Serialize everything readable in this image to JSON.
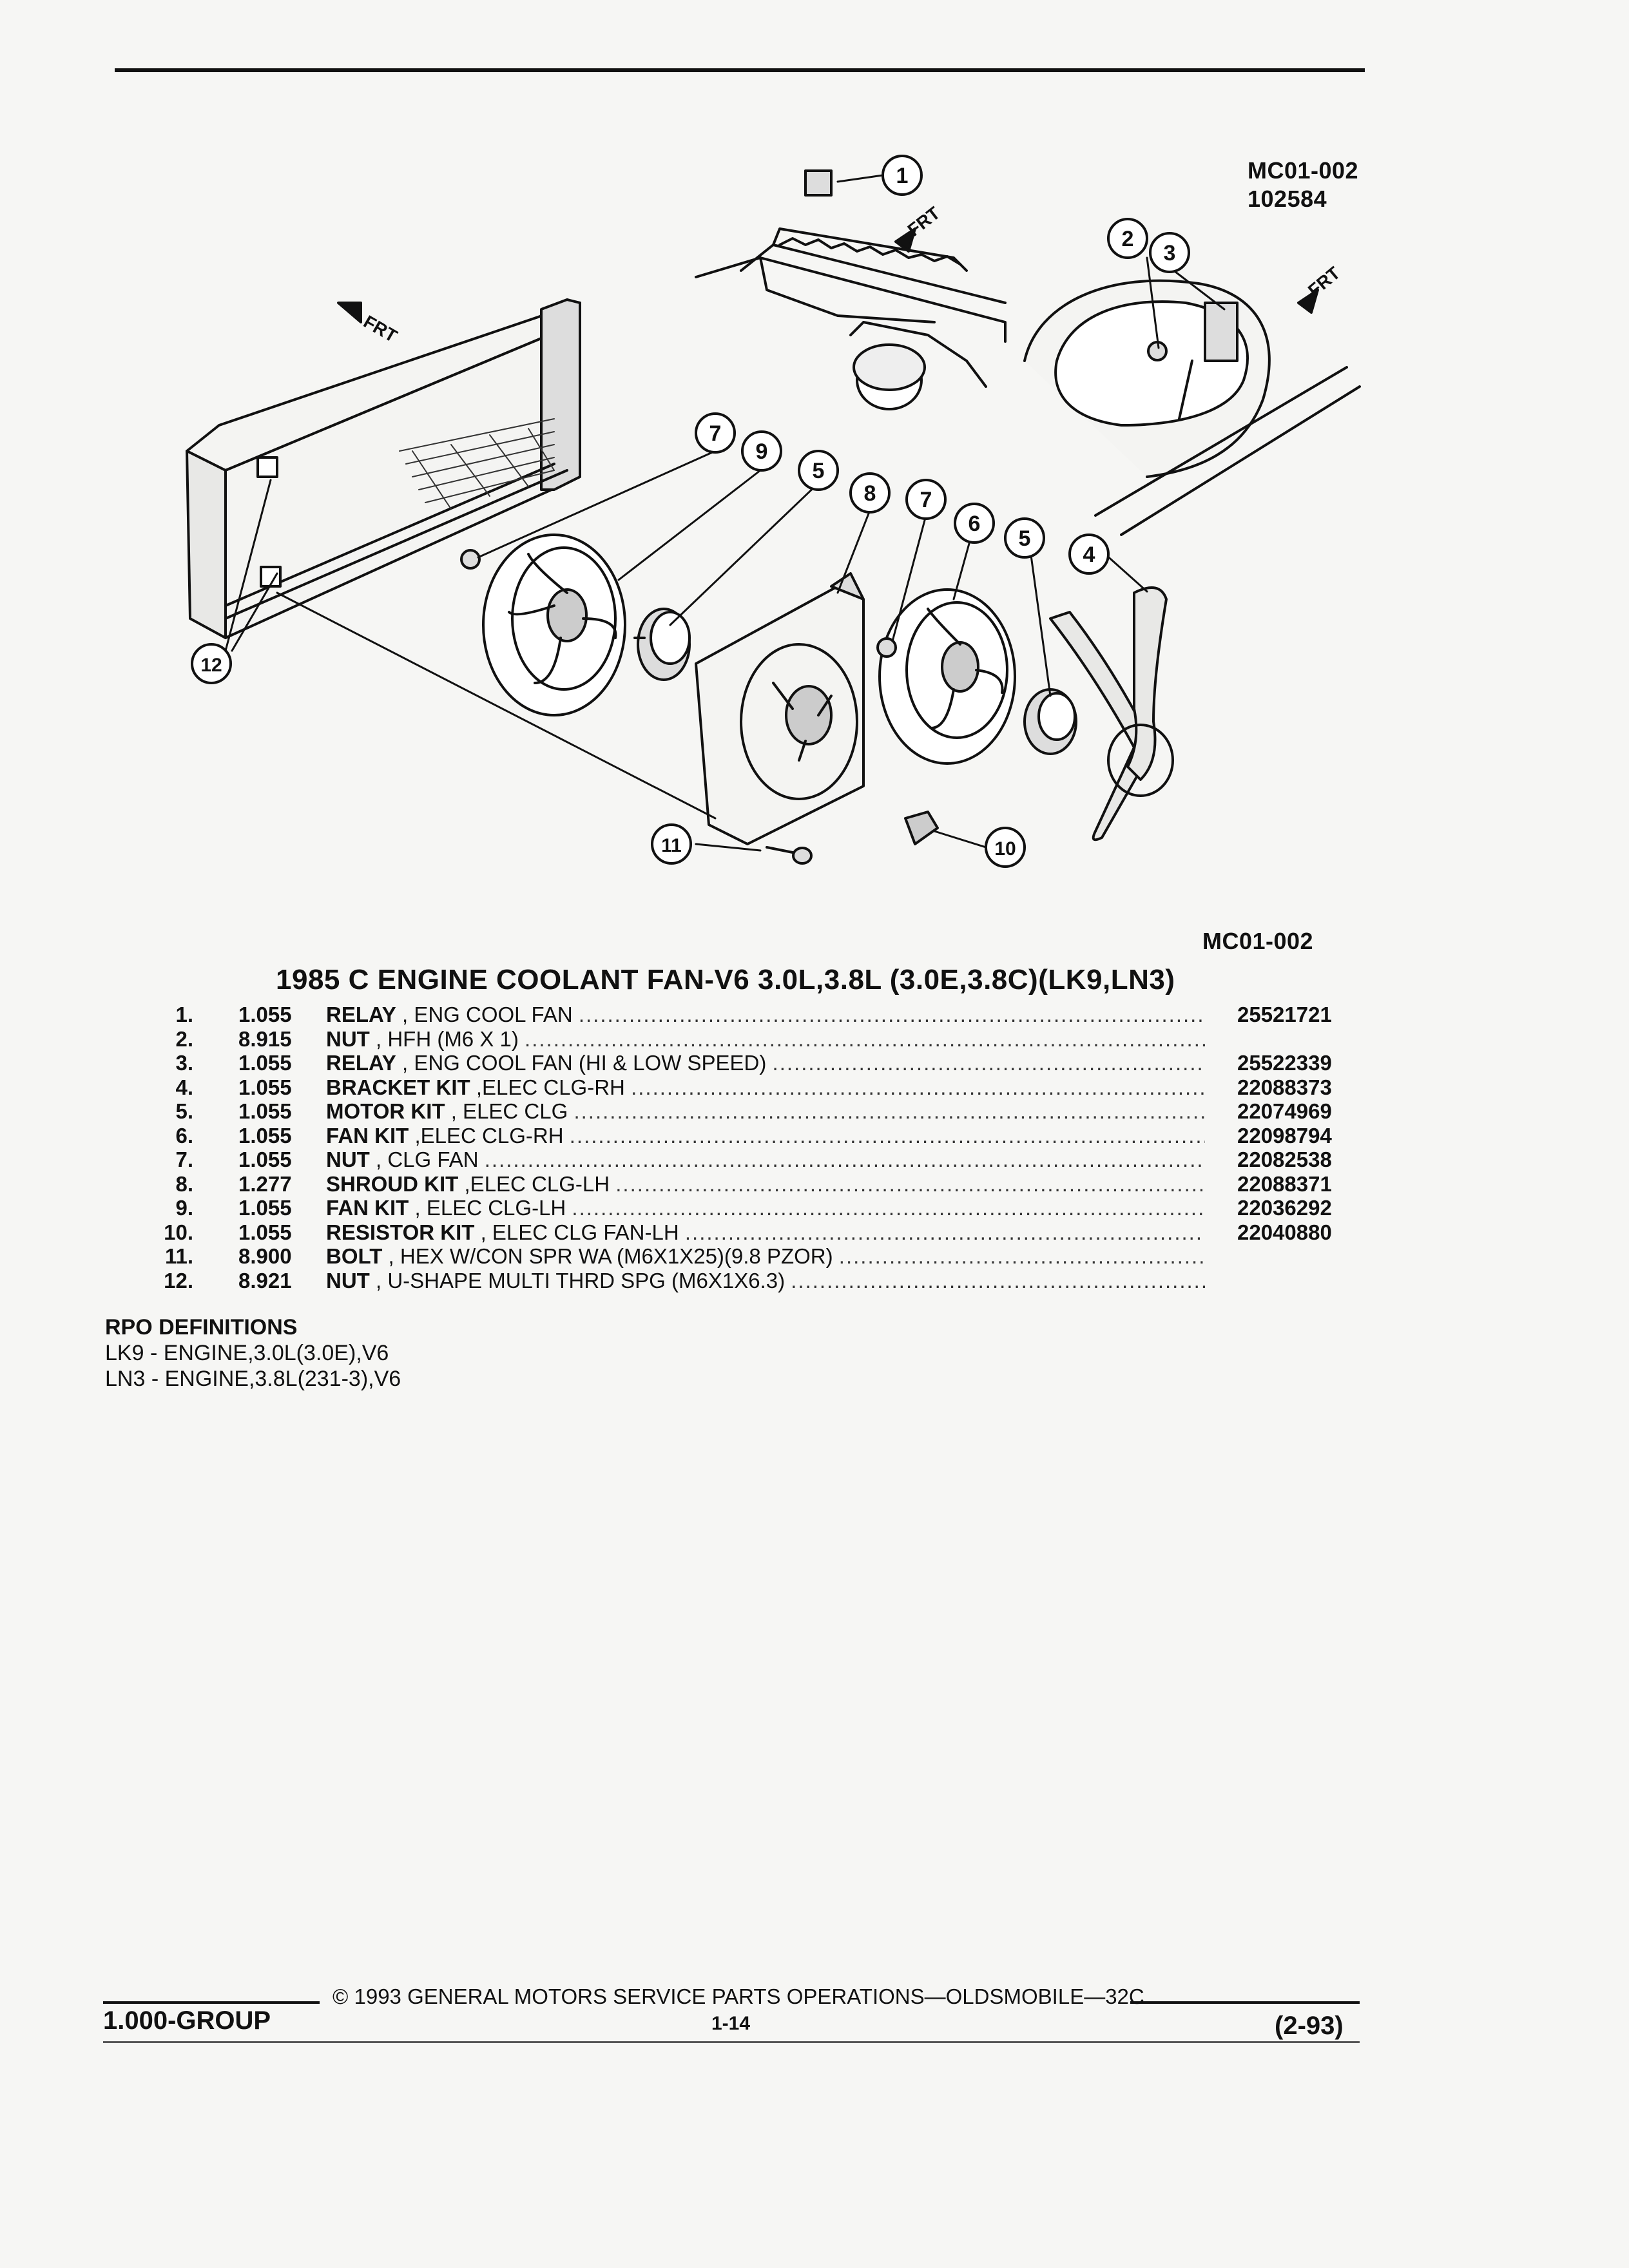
{
  "figure": {
    "id_top": "MC01-002",
    "number": "102584",
    "id_bottom": "MC01-002",
    "frt_label": "FRT",
    "callouts": [
      "1",
      "2",
      "3",
      "4",
      "5",
      "5",
      "6",
      "7",
      "7",
      "8",
      "9",
      "10",
      "11",
      "12"
    ]
  },
  "title": "1985 C ENGINE COOLANT FAN-V6 3.0L,3.8L (3.0E,3.8C)(LK9,LN3)",
  "parts": [
    {
      "num": "1.",
      "qty": "1.055",
      "name": "RELAY",
      "spec": ", ENG COOL FAN",
      "part": "25521721"
    },
    {
      "num": "2.",
      "qty": "8.915",
      "name": "NUT",
      "spec": ", HFH (M6 X 1)",
      "part": ""
    },
    {
      "num": "3.",
      "qty": "1.055",
      "name": "RELAY",
      "spec": ", ENG COOL FAN (HI & LOW SPEED)",
      "part": "25522339"
    },
    {
      "num": "4.",
      "qty": "1.055",
      "name": "BRACKET KIT",
      "spec": ",ELEC CLG-RH",
      "part": "22088373"
    },
    {
      "num": "5.",
      "qty": "1.055",
      "name": "MOTOR KIT",
      "spec": ", ELEC CLG",
      "part": "22074969"
    },
    {
      "num": "6.",
      "qty": "1.055",
      "name": "FAN KIT",
      "spec": ",ELEC CLG-RH",
      "part": "22098794"
    },
    {
      "num": "7.",
      "qty": "1.055",
      "name": "NUT",
      "spec": ", CLG FAN",
      "part": "22082538"
    },
    {
      "num": "8.",
      "qty": "1.277",
      "name": "SHROUD KIT",
      "spec": ",ELEC CLG-LH",
      "part": "22088371"
    },
    {
      "num": "9.",
      "qty": "1.055",
      "name": "FAN KIT",
      "spec": ", ELEC CLG-LH",
      "part": "22036292"
    },
    {
      "num": "10.",
      "qty": "1.055",
      "name": "RESISTOR KIT",
      "spec": ", ELEC CLG FAN-LH",
      "part": "22040880"
    },
    {
      "num": "11.",
      "qty": "8.900",
      "name": "BOLT",
      "spec": ", HEX W/CON SPR WA (M6X1X25)(9.8 PZOR)",
      "part": ""
    },
    {
      "num": "12.",
      "qty": "8.921",
      "name": "NUT",
      "spec": ", U-SHAPE MULTI THRD SPG (M6X1X6.3)",
      "part": ""
    }
  ],
  "rpo": {
    "header": "RPO DEFINITIONS",
    "lines": [
      "LK9 - ENGINE,3.0L(3.0E),V6",
      "LN3 - ENGINE,3.8L(231-3),V6"
    ]
  },
  "footer": {
    "group": "1.000-GROUP",
    "copyright": "© 1993 GENERAL MOTORS SERVICE PARTS OPERATIONS—OLDSMOBILE—32C",
    "page": "1-14",
    "revision": "(2-93)"
  }
}
